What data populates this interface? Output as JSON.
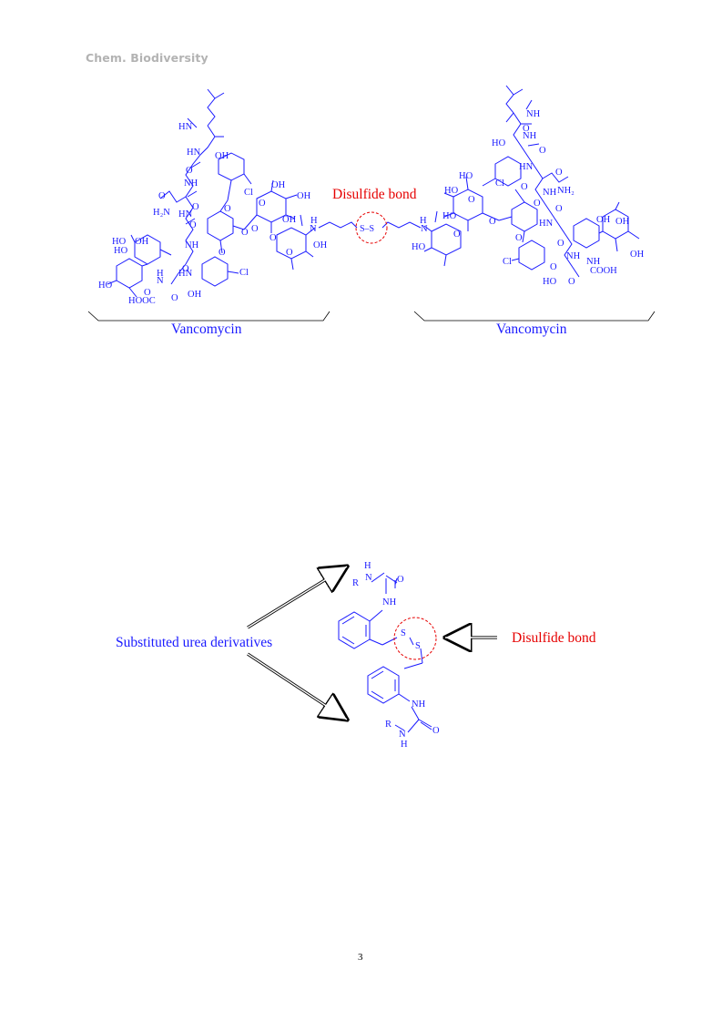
{
  "header": {
    "journal": "Chem. Biodiversity"
  },
  "figure1": {
    "label_left": "Vancomycin",
    "label_right": "Vancomycin",
    "highlight_label": "Disulfide bond",
    "bond_text": "S–S",
    "atoms": {
      "hn": "HN",
      "nh": "NH",
      "oh": "OH",
      "ho": "HO",
      "o": "O",
      "cl": "Cl",
      "h2n": "H₂N",
      "nh2": "NH₂",
      "n": "N",
      "h": "H",
      "hn_bridge": "HN",
      "cooh": "COOH",
      "hooc": "HOOC"
    }
  },
  "figure2": {
    "left_label": "Substituted urea derivatives",
    "right_label": "Disulfide bond",
    "atoms": {
      "r": "R",
      "n": "N",
      "h": "H",
      "o": "O",
      "nh": "NH",
      "s": "S"
    }
  },
  "footer": {
    "page_number": "3"
  },
  "colors": {
    "structure": "#1a1aff",
    "highlight": "#e60000",
    "header": "#b3b3b3"
  }
}
